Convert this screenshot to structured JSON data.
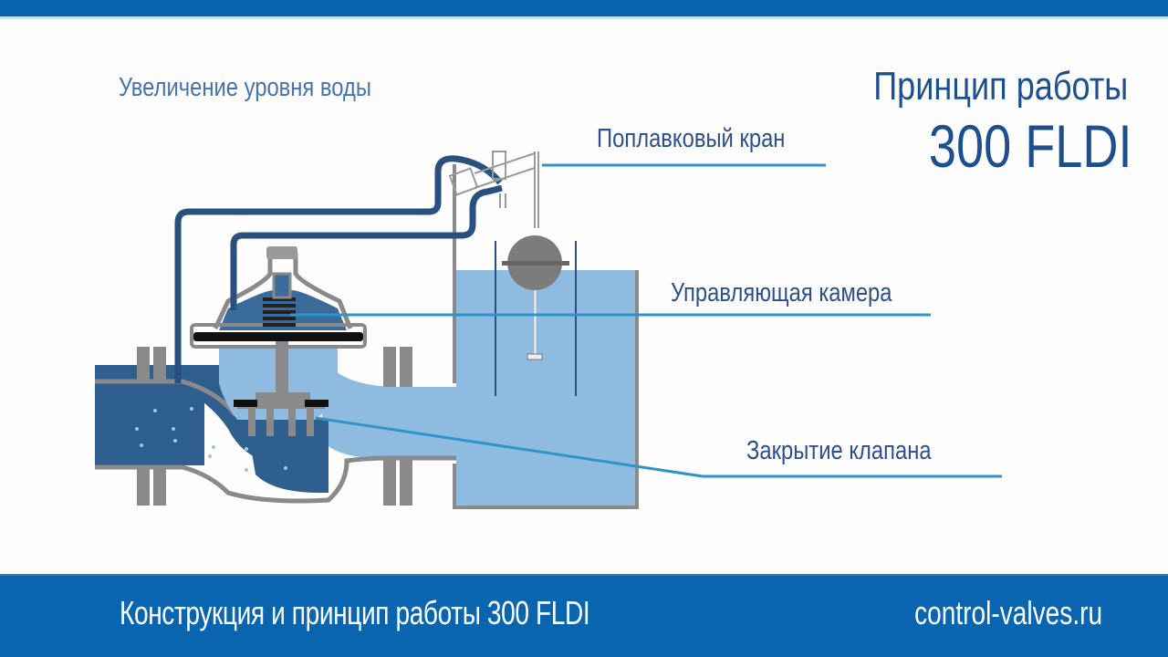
{
  "slide": {
    "heading_line1": "Принцип работы",
    "heading_line2": "300 FLDI",
    "state_caption": "Увеличение уровня воды"
  },
  "callouts": [
    {
      "id": "float-valve",
      "text": "Поплавковый кран"
    },
    {
      "id": "control-chamber",
      "text": "Управляющая камера"
    },
    {
      "id": "valve-closing",
      "text": "Закрытие клапана"
    }
  ],
  "footer": {
    "title": "Конструкция и принцип работы 300 FLDI",
    "website": "control-valves.ru"
  },
  "colors": {
    "brand_blue": "#0a65b0",
    "text_blue": "#1d4f8f",
    "water_dark": "#2e5f8e",
    "water_light": "#8fbbe0",
    "body_gray": "#8a8a8a",
    "callout_line": "#2f94c9"
  }
}
